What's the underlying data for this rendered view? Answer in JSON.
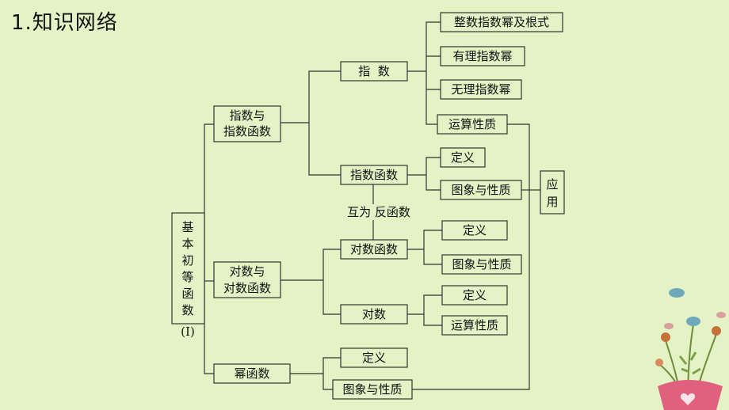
{
  "title": "1.知识网络",
  "nodes": {
    "root": "基本初等函数(Ⅰ)",
    "exp_group": [
      "指数与",
      "指数函数"
    ],
    "exp": "指  数",
    "int_exp": "整数指数幂及根式",
    "rat_exp": "有理指数幂",
    "irr_exp": "无理指数幂",
    "exp_ops": "运算性质",
    "exp_func": "指数函数",
    "exp_def": "定义",
    "exp_graph": "图象与性质",
    "inverse": "互为 反函数",
    "log_group": [
      "对数与",
      "对数函数"
    ],
    "log_func": "对数函数",
    "log_def": "定义",
    "log_graph": "图象与性质",
    "log": "对数",
    "log_def2": "定义",
    "log_ops": "运算性质",
    "power": "幂函数",
    "power_def": "定义",
    "power_graph": "图象与性质",
    "apply": "应用"
  },
  "decoration": {
    "icon": "flower-pot-illustration"
  }
}
